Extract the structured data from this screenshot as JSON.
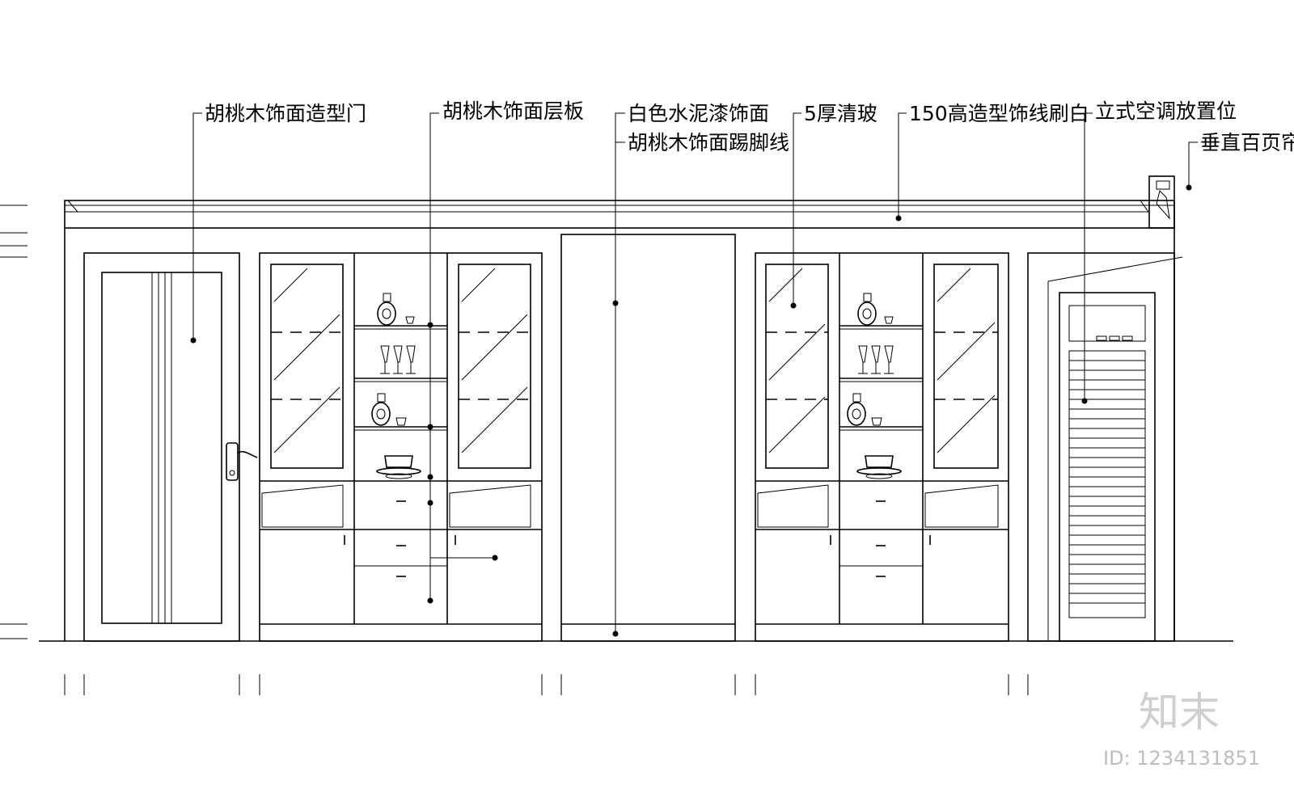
{
  "labels": {
    "door": "胡桃木饰面造型门",
    "shelf": "胡桃木饰面层板",
    "paint": "白色水泥漆饰面",
    "skirting": "胡桃木饰面踢脚线",
    "glass": "5厚清玻",
    "moulding": "150高造型饰线刷白",
    "ac": "立式空调放置位",
    "blind": "垂直百页帘"
  },
  "watermark": {
    "brand": "知末",
    "id": "ID: 1234131851"
  },
  "colors": {
    "line": "#000000",
    "background": "#ffffff",
    "watermark": "#cfcfcf"
  }
}
